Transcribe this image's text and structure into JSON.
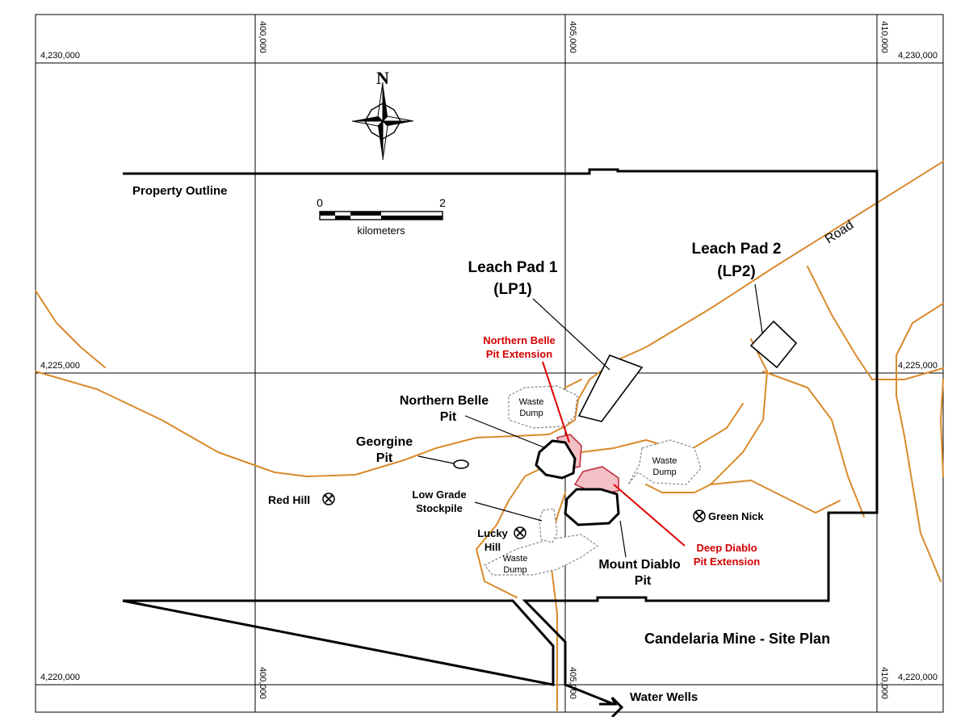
{
  "grid": {
    "x_labels": [
      "400,000",
      "405,000",
      "410,000"
    ],
    "y_labels": [
      "4,230,000",
      "4,225,000",
      "4,220,000"
    ]
  },
  "north": "N",
  "property_label": "Property Outline",
  "scale": {
    "start": "0",
    "end": "2",
    "unit": "kilometers"
  },
  "road_label": "Road",
  "leach_pad_1": {
    "line1": "Leach Pad 1",
    "line2": "(LP1)"
  },
  "leach_pad_2": {
    "line1": "Leach Pad 2",
    "line2": "(LP2)"
  },
  "northern_belle_ext": {
    "line1": "Northern Belle",
    "line2": "Pit Extension"
  },
  "northern_belle_pit": {
    "line1": "Northern Belle",
    "line2": "Pit"
  },
  "georgine_pit": {
    "line1": "Georgine",
    "line2": "Pit"
  },
  "waste_dump": {
    "line1": "Waste",
    "line2": "Dump"
  },
  "red_hill": "Red Hill",
  "low_grade": {
    "line1": "Low Grade",
    "line2": "Stockpile"
  },
  "lucky_hill": {
    "line1": "Lucky",
    "line2": "Hill"
  },
  "green_nick": "Green Nick",
  "deep_diablo_ext": {
    "line1": "Deep Diablo",
    "line2": "Pit Extension"
  },
  "mount_diablo_pit": {
    "line1": "Mount Diablo",
    "line2": "Pit"
  },
  "title": "Candelaria Mine -  Site Plan",
  "water_wells": "Water Wells",
  "colors": {
    "road": "#d98a2b",
    "extension_fill": "#f3c1c6",
    "extension_label": "#d40000"
  },
  "icons": {
    "mine": "crossed-hammers-icon"
  }
}
